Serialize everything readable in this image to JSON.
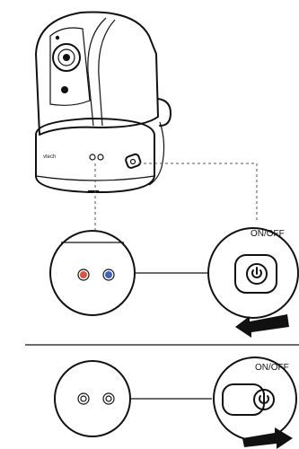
{
  "camera": {
    "brand_text": "vtech"
  },
  "switch_on": {
    "label": "ON/OFF"
  },
  "switch_off": {
    "label": "ON/OFF"
  },
  "colors": {
    "led_red": "#e2503a",
    "led_blue": "#3e63c4",
    "line": "#111111",
    "arrow": "#111111"
  },
  "icons": {
    "power": "power-icon",
    "arrow_on": "arrow-left-icon",
    "arrow_off": "arrow-right-icon"
  }
}
